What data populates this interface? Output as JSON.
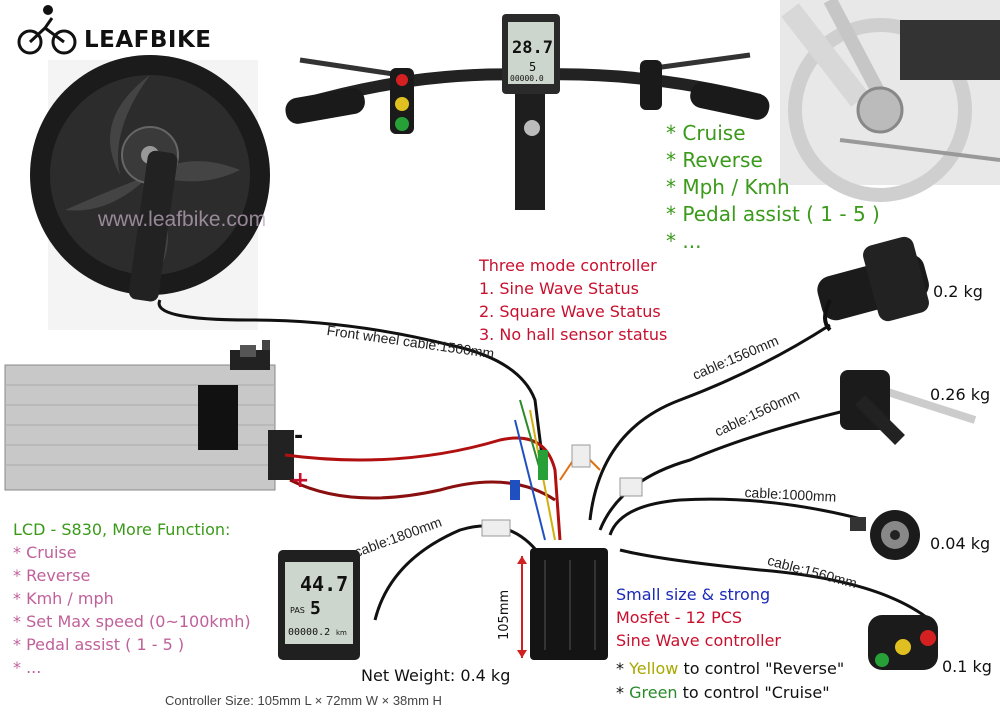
{
  "brand": {
    "name": "LEAFBIKE",
    "watermark": "www.leafbike.com"
  },
  "features_top": {
    "items": [
      "* Cruise",
      "* Reverse",
      "* Mph / Kmh",
      "* Pedal assist ( 1 - 5 )",
      "* ..."
    ]
  },
  "controller_modes": {
    "title": "Three mode controller",
    "items": [
      "1. Sine Wave Status",
      "2. Square Wave Status",
      "3. No hall sensor status"
    ]
  },
  "cables": {
    "front_wheel": "Front wheel cable:1500mm",
    "throttle": "cable:1560mm",
    "brake": "cable:1560mm",
    "pas": "cable:1000mm",
    "switch": "cable:1560mm",
    "lcd": "cable:1800mm"
  },
  "weights": {
    "throttle": "0.2 kg",
    "brake": "0.26 kg",
    "pas": "0.04 kg",
    "switch": "0.1 kg"
  },
  "battery": {
    "minus": "-",
    "plus": "+"
  },
  "lcd_features": {
    "title": "LCD - S830, More Function:",
    "items": [
      "* Cruise",
      "* Reverse",
      "* Kmh / mph",
      "* Set Max speed (0~100kmh)",
      "* Pedal assist ( 1 - 5 )",
      "* ..."
    ]
  },
  "controller_info": {
    "line1": "Small size & strong",
    "line2": "Mosfet - 12 PCS",
    "line3": "Sine Wave controller",
    "yellow_pre": "* ",
    "yellow_word": "Yellow",
    "yellow_post": " to control \"Reverse\"",
    "green_pre": "* ",
    "green_word": "Green",
    "green_post": " to control \"Cruise\"",
    "height_label": "105mm",
    "net_weight": "Net Weight: 0.4 kg",
    "size": "Controller Size: 105mm L × 72mm W × 38mm H"
  },
  "lcd_display": {
    "speed": "44.7",
    "level": "5",
    "pas": "PAS",
    "odo": "00000.2",
    "unit": "km"
  },
  "top_lcd": {
    "speed": "28.7",
    "level": "5",
    "odo": "00000.0"
  },
  "colors": {
    "red": "#c8102e",
    "green": "#3a9a1a",
    "pink": "#c0609a",
    "blue": "#1a2ab8"
  }
}
